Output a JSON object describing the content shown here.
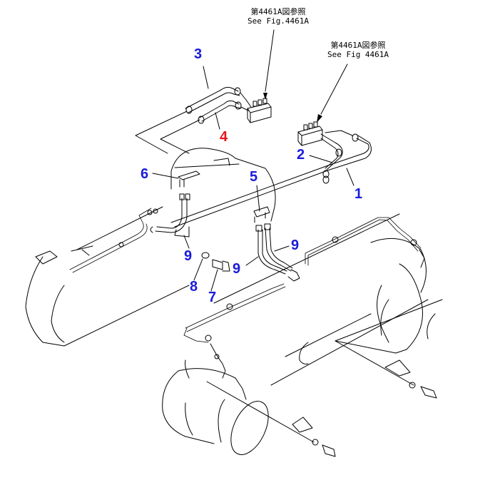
{
  "diagram": {
    "colors": {
      "callout_default": "#1a1adc",
      "callout_highlight": "#e8141c",
      "linework": "#000000"
    },
    "references": [
      {
        "id": "ref-top",
        "line1": "第4461A図参照",
        "line2": "See Fig.4461A"
      },
      {
        "id": "ref-right",
        "line1": "第4461A図参照",
        "line2": "See Fig 4461A"
      }
    ],
    "callouts": [
      {
        "num": "1",
        "highlight": false
      },
      {
        "num": "2",
        "highlight": false
      },
      {
        "num": "3",
        "highlight": false
      },
      {
        "num": "4",
        "highlight": true
      },
      {
        "num": "5",
        "highlight": false
      },
      {
        "num": "6",
        "highlight": false
      },
      {
        "num": "7",
        "highlight": false
      },
      {
        "num": "8",
        "highlight": false
      },
      {
        "num": "9",
        "highlight": false
      },
      {
        "num": "9",
        "highlight": false
      },
      {
        "num": "9",
        "highlight": false
      }
    ]
  }
}
